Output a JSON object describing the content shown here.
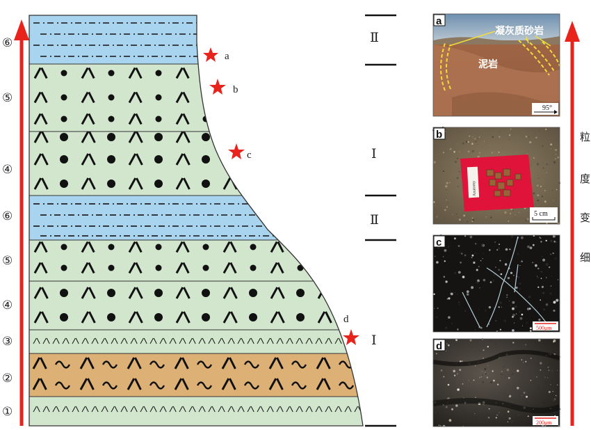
{
  "layer_numbers": [
    "⑥",
    "⑤",
    "④",
    "⑥",
    "⑤",
    "④",
    "③",
    "②",
    "①"
  ],
  "sample_markers": [
    {
      "label": "a"
    },
    {
      "label": "b"
    },
    {
      "label": "c"
    },
    {
      "label": "d"
    }
  ],
  "cycle_labels": [
    {
      "label": "Ⅱ"
    },
    {
      "label": "Ⅰ"
    },
    {
      "label": "Ⅱ"
    },
    {
      "label": "Ⅰ"
    }
  ],
  "photos": [
    {
      "label": "a",
      "annotations": [
        "凝灰质砂岩",
        "泥岩"
      ],
      "scale_text": "95°"
    },
    {
      "label": "b",
      "card_text": "Anatomy",
      "scale_text": "5 cm"
    },
    {
      "label": "c",
      "scale_text": "500μm"
    },
    {
      "label": "d",
      "scale_text": "200μm"
    }
  ],
  "grain_trend_text": [
    "粒",
    "度",
    "变",
    "细"
  ],
  "colors": {
    "arrow": "#e8231c",
    "star": "#e8231c",
    "tuff_sand": "#d2e6cd",
    "mudstone": "#a8d4ef",
    "tuff_mud": "#ddb176"
  }
}
